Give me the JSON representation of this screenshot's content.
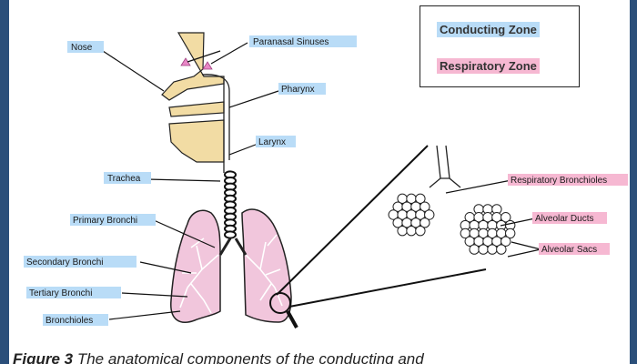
{
  "legend": {
    "conducting": "Conducting Zone",
    "respiratory": "Respiratory Zone"
  },
  "colors": {
    "conducting_highlight": "#b9dcf7",
    "respiratory_highlight": "#f6b8d2",
    "head_tan": "#f2dca4",
    "lung_pink": "#f1c6dc"
  },
  "labels": {
    "nose": "Nose",
    "paranasal_sinuses": "Paranasal Sinuses",
    "pharynx": "Pharynx",
    "larynx": "Larynx",
    "trachea": "Trachea",
    "primary_bronchi": "Primary Bronchi",
    "secondary_bronchi": "Secondary Bronchi",
    "tertiary_bronchi": "Tertiary Bronchi",
    "bronchioles": "Bronchioles",
    "respiratory_bronchioles": "Respiratory Bronchioles",
    "alveolar_ducts": "Alveolar Ducts",
    "alveolar_sacs": "Alveolar Sacs"
  },
  "caption": {
    "figure": "Figure 3",
    "text": " The anatomical components of the conducting and"
  }
}
